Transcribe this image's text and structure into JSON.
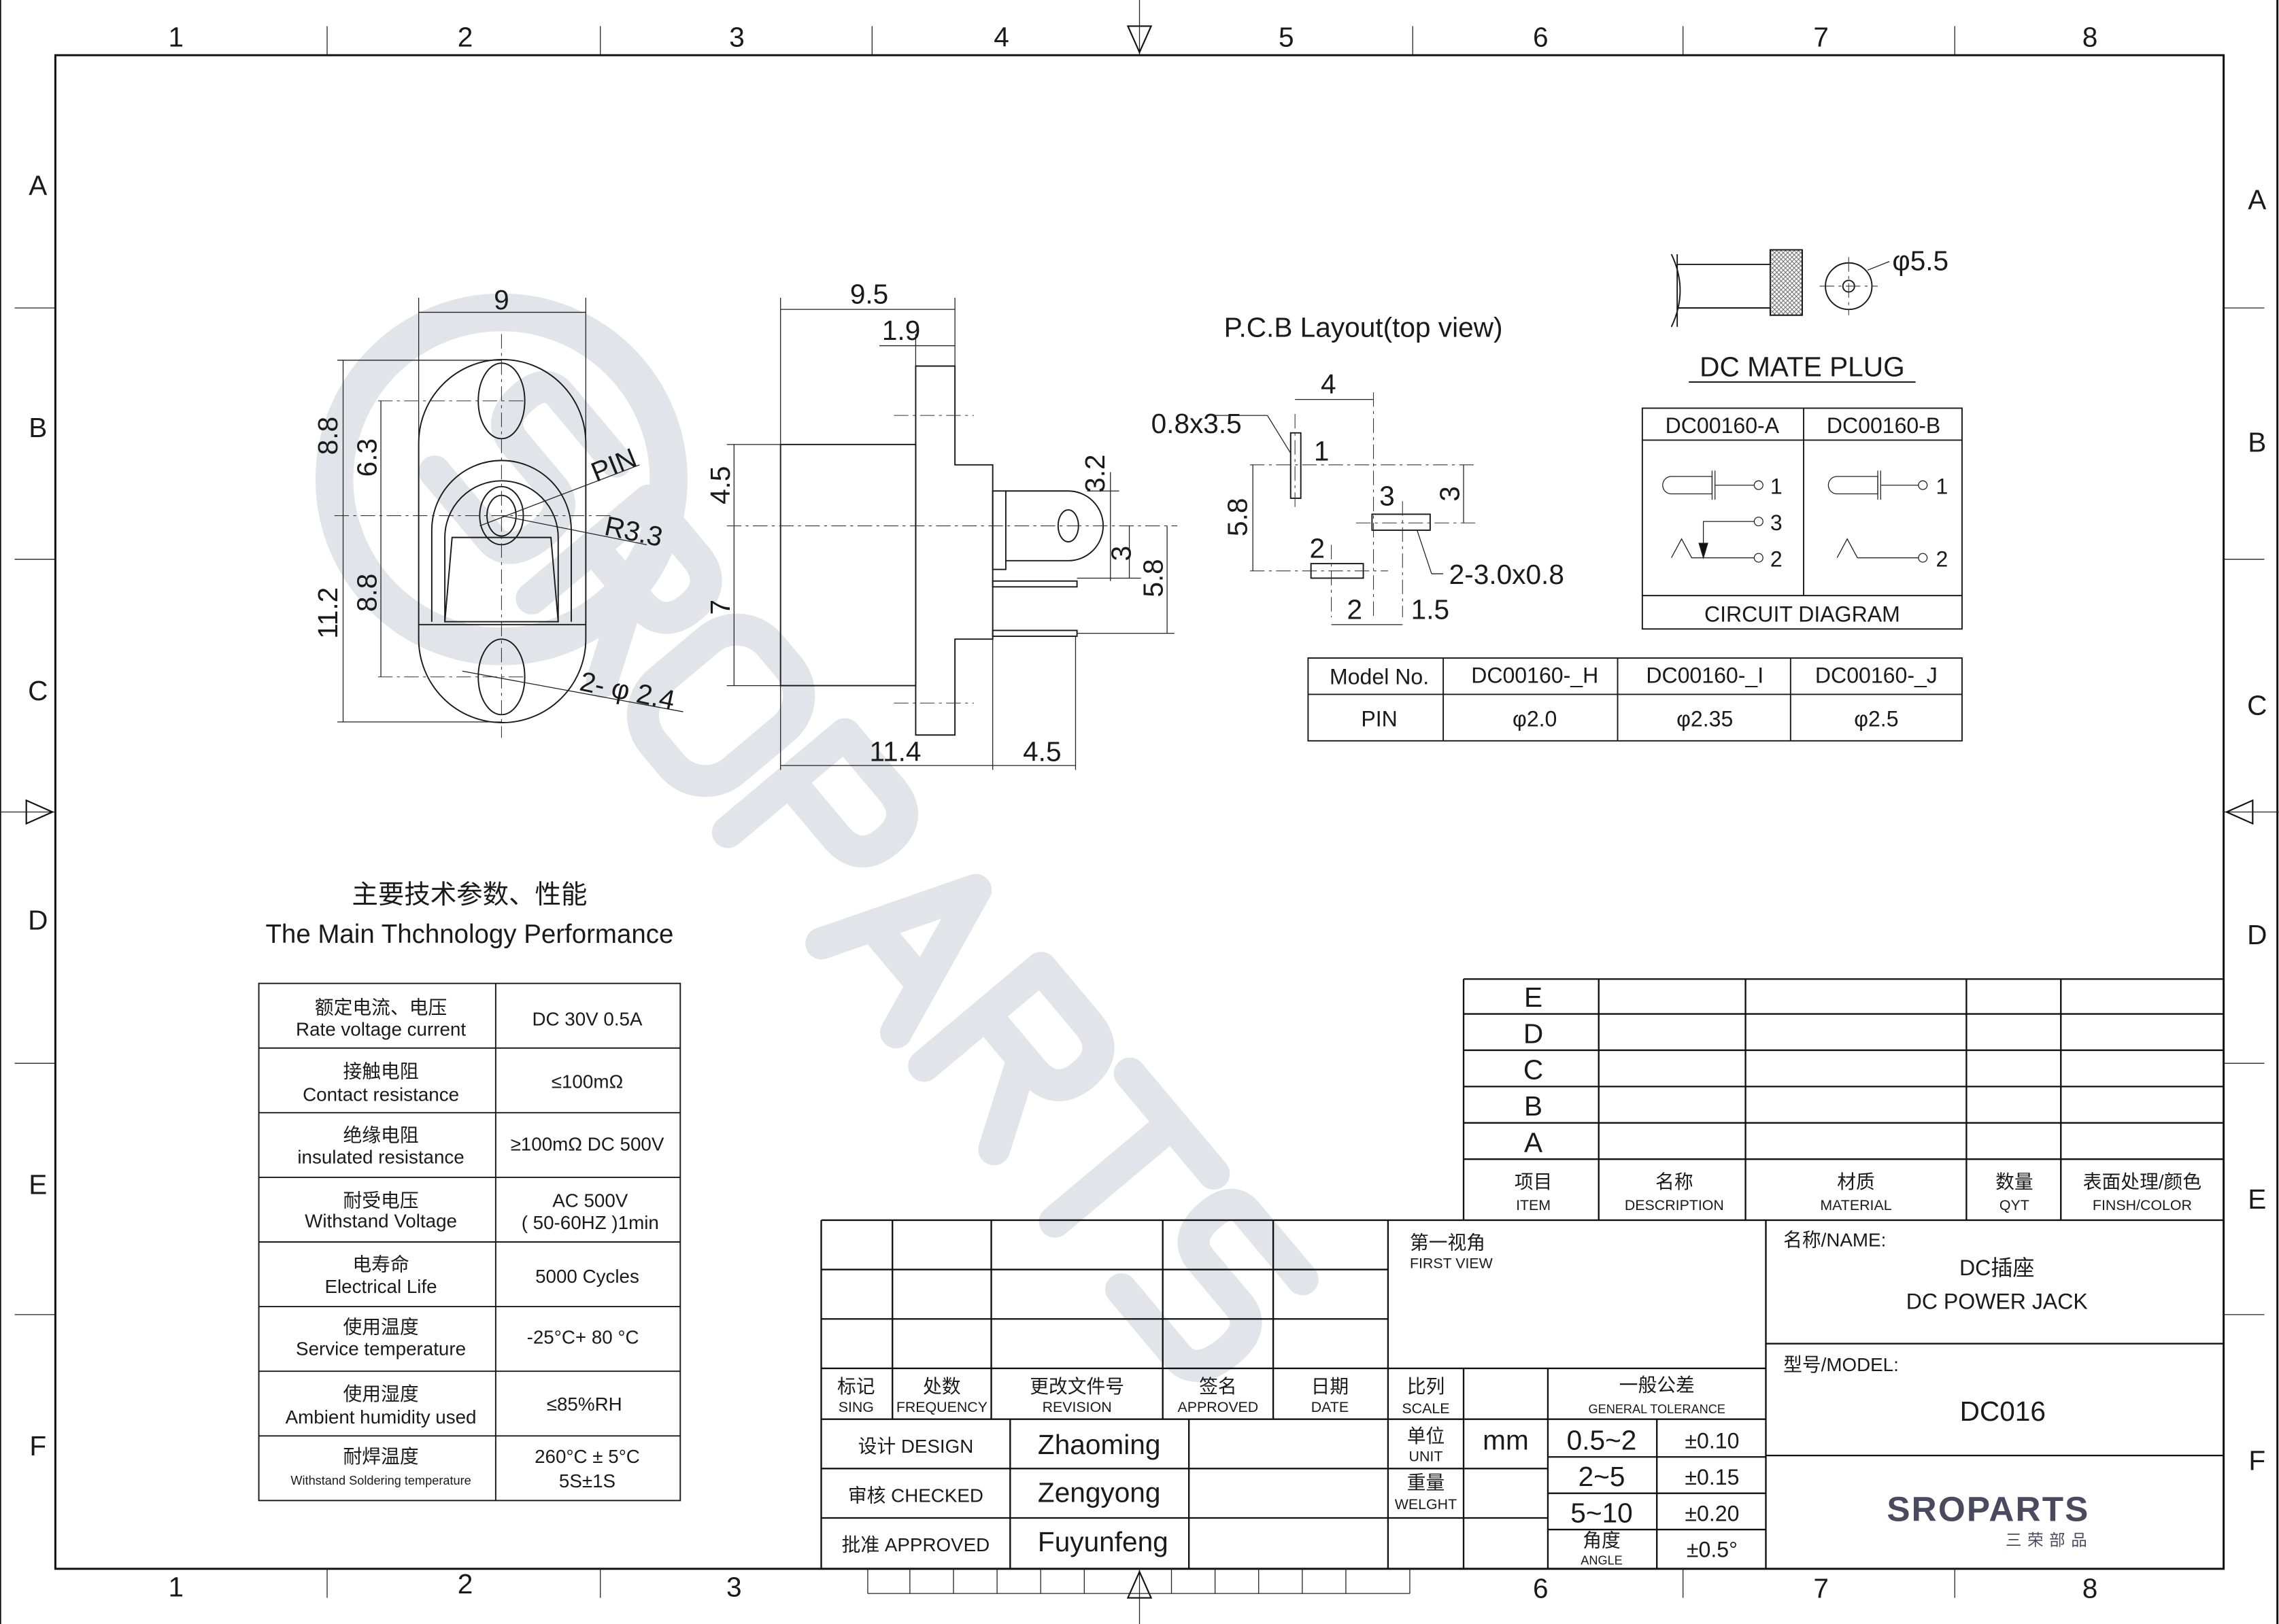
{
  "frame": {
    "columns": [
      "1",
      "2",
      "3",
      "4",
      "5",
      "6",
      "7",
      "8"
    ],
    "rows": [
      "A",
      "B",
      "C",
      "D",
      "E",
      "F"
    ]
  },
  "watermark": "SROPARTS",
  "front_view": {
    "dims": {
      "width": "9",
      "top": "8.8",
      "top_inner": "6.3",
      "bottom": "11.2",
      "bottom_inner": "8.8"
    },
    "pin_label": "PIN",
    "radius_label": "R3.3",
    "holes_label": "2- φ 2.4"
  },
  "side_view": {
    "dims": {
      "length": "9.5",
      "flange": "1.9",
      "upper": "4.5",
      "lower": "7",
      "body": "11.4",
      "pins": "4.5",
      "tab": "3.2",
      "pin_gap": "3",
      "pin_span": "5.8"
    }
  },
  "pcb_layout": {
    "title": "P.C.B Layout(top view)",
    "dims": {
      "width": "4",
      "pad1_size": "0.8x3.5",
      "height": "5.8",
      "pad3_offset": "3",
      "pads_size": "2-3.0x0.8",
      "pad2_offset": "2",
      "pad3_x": "1.5"
    },
    "pads": [
      "1",
      "2",
      "3"
    ]
  },
  "mate_plug": {
    "diameter": "φ5.5",
    "title": "DC MATE PLUG",
    "circuit_table": {
      "headers": [
        "DC00160-A",
        "DC00160-B"
      ],
      "pins_a": [
        "1",
        "3",
        "2"
      ],
      "pins_b": [
        "1",
        "2"
      ],
      "footer": "CIRCUIT DIAGRAM"
    }
  },
  "model_table": {
    "headers": [
      "Model No.",
      "DC00160-_H",
      "DC00160-_I",
      "DC00160-_J"
    ],
    "row": [
      "PIN",
      "φ2.0",
      "φ2.35",
      "φ2.5"
    ]
  },
  "performance": {
    "title_cn": "主要技术参数、性能",
    "title_en": "The Main Thchnology Performance",
    "rows": [
      {
        "cn": "额定电流、电压",
        "en": "Rate voltage current",
        "value": "DC 30V   0.5A",
        "value2": ""
      },
      {
        "cn": "接触电阻",
        "en": "Contact resistance",
        "value": "≤100mΩ",
        "value2": ""
      },
      {
        "cn": "绝缘电阻",
        "en": "insulated resistance",
        "value": "≥100mΩ DC 500V",
        "value2": ""
      },
      {
        "cn": "耐受电压",
        "en": "Withstand Voltage",
        "value": "AC 500V",
        "value2": "( 50-60HZ )1min"
      },
      {
        "cn": "电寿命",
        "en": "Electrical Life",
        "value": "5000 Cycles",
        "value2": ""
      },
      {
        "cn": "使用温度",
        "en": "Service temperature",
        "value": "-25°C+ 80 °C",
        "value2": ""
      },
      {
        "cn": "使用湿度",
        "en": "Ambient humidity used",
        "value": "≤85%RH",
        "value2": ""
      },
      {
        "cn": "耐焊温度",
        "en": "Withstand Soldering temperature",
        "value": "260°C ± 5°C",
        "value2": "5S±1S"
      }
    ]
  },
  "bom": {
    "items": [
      "E",
      "D",
      "C",
      "B",
      "A"
    ],
    "headers": [
      {
        "cn": "项目",
        "en": "ITEM"
      },
      {
        "cn": "名称",
        "en": "DESCRIPTION"
      },
      {
        "cn": "材质",
        "en": "MATERIAL"
      },
      {
        "cn": "数量",
        "en": "QYT"
      },
      {
        "cn": "表面处理/颜色",
        "en": "FINSH/COLOR"
      }
    ]
  },
  "title_block": {
    "revision_headers": [
      {
        "cn": "标记",
        "en": "SING"
      },
      {
        "cn": "处数",
        "en": "FREQUENCY"
      },
      {
        "cn": "更改文件号",
        "en": "REVISION"
      },
      {
        "cn": "签名",
        "en": "APPROVED"
      },
      {
        "cn": "日期",
        "en": "DATE"
      }
    ],
    "signatures": [
      {
        "role": "设计 DESIGN",
        "name": "Zhaoming"
      },
      {
        "role": "审核 CHECKED",
        "name": "Zengyong"
      },
      {
        "role": "批准 APPROVED",
        "name": "Fuyunfeng"
      }
    ],
    "first_view": {
      "cn": "第一视角",
      "en": "FIRST VIEW"
    },
    "scale": {
      "cn": "比列",
      "en": "SCALE"
    },
    "unit": {
      "cn": "单位",
      "en": "UNIT",
      "value": "mm"
    },
    "weight": {
      "cn": "重量",
      "en": "WELGHT"
    },
    "tolerance": {
      "cn": "一般公差",
      "en": "GENERAL TOLERANCE",
      "rows": [
        {
          "range": "0.5~2",
          "value": "±0.10"
        },
        {
          "range": "2~5",
          "value": "±0.15"
        },
        {
          "range": "5~10",
          "value": "±0.20"
        }
      ],
      "angle_cn": "角度",
      "angle_en": "ANGLE",
      "angle_value": "±0.5°"
    },
    "name_label": "名称/NAME:",
    "name_cn": "DC插座",
    "name_en": "DC POWER JACK",
    "model_label": "型号/MODEL:",
    "model": "DC016",
    "logo_text": "SROPARTS",
    "logo_cn": "三荣部品",
    "logo_color": "#4a4a5e"
  }
}
